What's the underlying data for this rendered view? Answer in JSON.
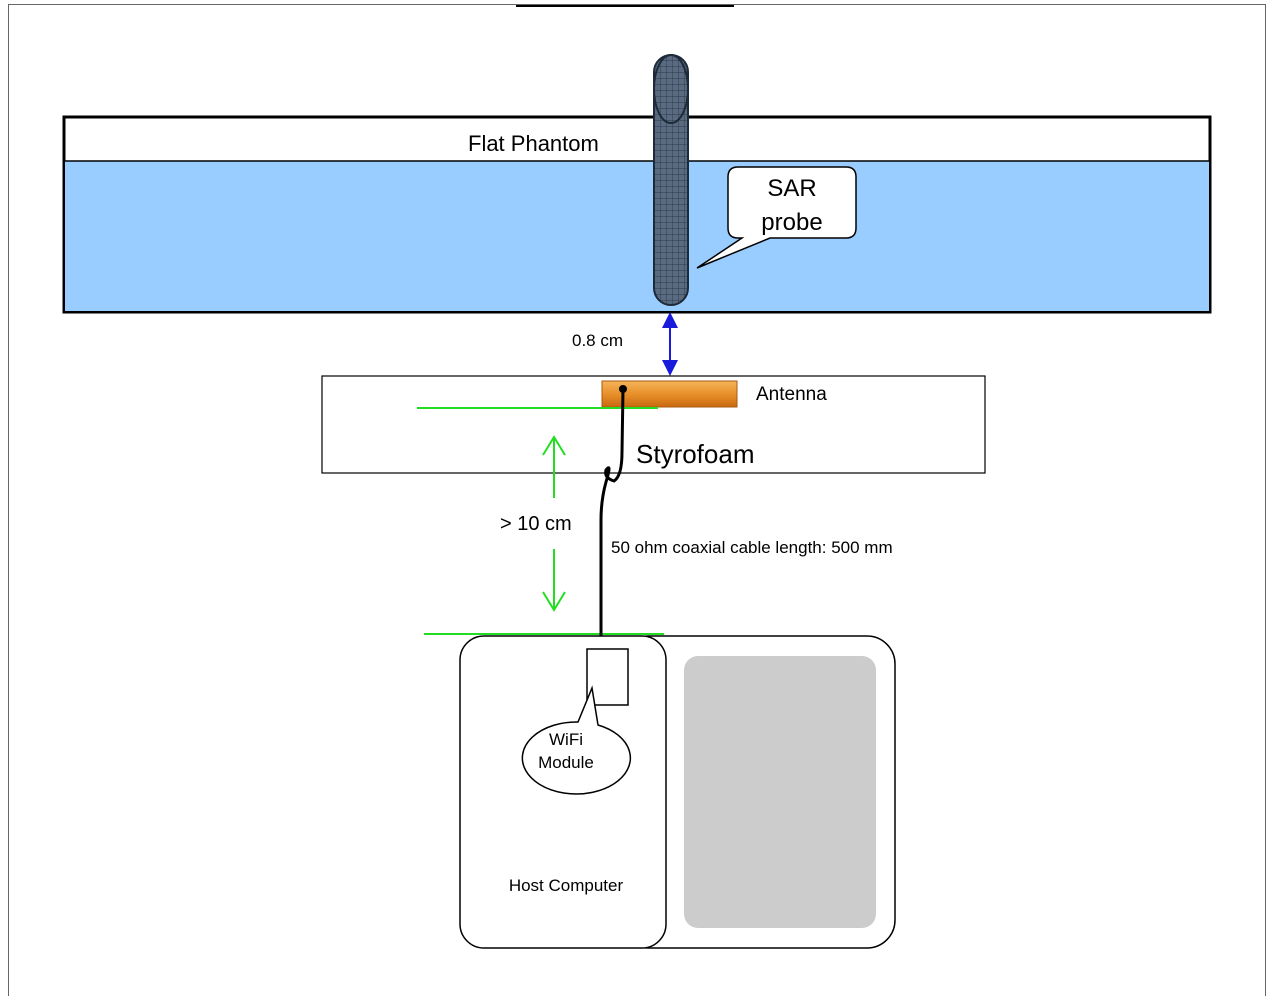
{
  "diagram": {
    "phantom_label": "Flat Phantom",
    "probe_callout_line1": "SAR",
    "probe_callout_line2": "probe",
    "gap_label": "0.8 cm",
    "antenna_label": "Antenna",
    "styrofoam_label": "Styrofoam",
    "distance_label": "> 10 cm",
    "cable_label": "50 ohm coaxial cable length: 500 mm",
    "module_callout_line1": "WiFi",
    "module_callout_line2": "Module",
    "host_label": "Host Computer"
  },
  "colors": {
    "liquid": "#99ccff",
    "probe": "#4a5a6e",
    "antenna": "#e8902a",
    "green_marker": "#22dd22",
    "blue_arrow": "#1a1adc",
    "screen": "#cccccc"
  }
}
